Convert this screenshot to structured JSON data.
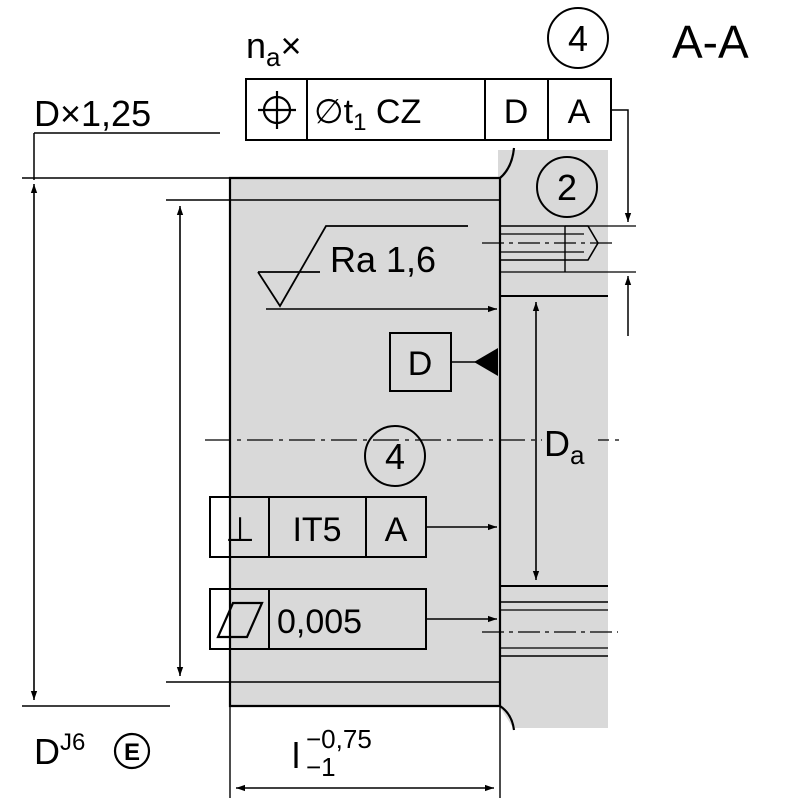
{
  "section_label": "A-A",
  "callouts": {
    "top": "4",
    "right": "2",
    "center": "4"
  },
  "position_note": {
    "n": "n",
    "n_sub": "a",
    "times": "×"
  },
  "position_frame": {
    "symbol": "⌖",
    "tolerance_prefix": "∅t",
    "tolerance_sub": "1",
    "tolerance_suffix": " CZ",
    "datum_1": "D",
    "datum_2": "A"
  },
  "dimension_d125": "D×1,25",
  "roughness": "Ra 1,6",
  "datum_feature": "D",
  "dimension_da": {
    "main": "D",
    "sub": "a"
  },
  "perpendicularity_frame": {
    "symbol": "⊥",
    "tolerance": "IT5",
    "datum": "A"
  },
  "flatness_frame": {
    "tolerance": "0,005"
  },
  "dimension_d": {
    "main": "D",
    "sup": "J6",
    "envelope": "E"
  },
  "dimension_l": {
    "main": "l",
    "upper": "−0,75",
    "lower": "−1"
  },
  "colors": {
    "part_fill": "#d9d9d9",
    "line": "#000000"
  }
}
